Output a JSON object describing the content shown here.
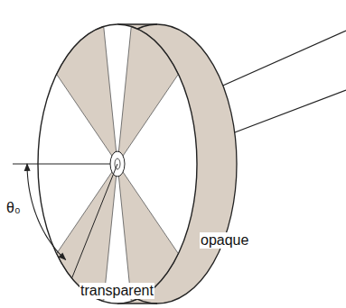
{
  "diagram": {
    "labels": [
      "θ₀",
      "opaque",
      "transparent"
    ]
  }
}
